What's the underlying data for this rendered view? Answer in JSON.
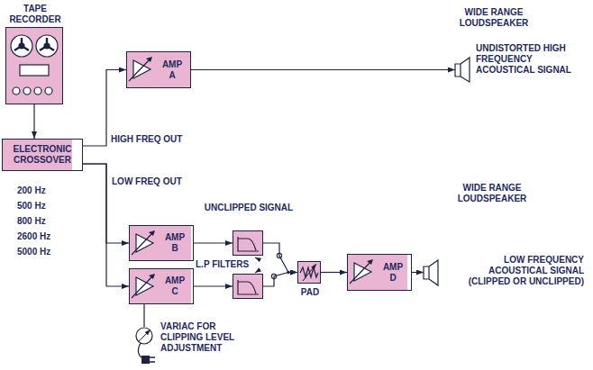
{
  "diagram": {
    "nodes": [
      {
        "text": [
          "TAPE RECORDER"
        ]
      },
      {
        "text": [
          "ELECTRONIC CROSSOVER"
        ]
      },
      {
        "text": [
          "AMP A"
        ]
      },
      {
        "text": [
          "WIDE RANGE LOUDSPEAKER",
          "UNDISTORTED HIGH FREQUENCY ACOUSTICAL SIGNAL"
        ]
      },
      {
        "text": [
          "AMP B"
        ]
      },
      {
        "text": [
          "UNCLIPPED SIGNAL"
        ]
      },
      {
        "text": [
          "AMP C"
        ]
      },
      {
        "text": []
      },
      {
        "text": [
          "PAD"
        ]
      },
      {
        "text": [
          "AMP D"
        ]
      },
      {
        "text": [
          "WIDE RANGE LOUDSPEAKER",
          "LOW FREQUENCY ACOUSTICAL SIGNAL (CLIPPED OR UNCLIPPED)"
        ]
      },
      {
        "text": [
          "VARIAC FOR CLIPPING LEVEL ADJUSTMENT"
        ]
      }
    ],
    "edges": [
      {
        "from": 0,
        "to": 1,
        "arrow": "to"
      },
      {
        "from": 1,
        "to": 2,
        "label": "HIGH FREQ OUT",
        "arrow": "to"
      },
      {
        "from": 2,
        "to": 3,
        "arrow": "to"
      },
      {
        "from": 1,
        "to": 4,
        "label": "LOW FREQ OUT",
        "arrow": "to"
      },
      {
        "from": 1,
        "to": 6,
        "arrow": "to"
      },
      {
        "from": 4,
        "to": 5,
        "arrow": "to"
      },
      {
        "from": 6,
        "to": 7,
        "arrow": "to"
      },
      {
        "from": 5,
        "to": 8,
        "arrow": "to"
      },
      {
        "from": 7,
        "to": 8,
        "arrow": "to"
      },
      {
        "from": 8,
        "to": 9,
        "arrow": "to"
      },
      {
        "from": 9,
        "to": 10,
        "arrow": "to"
      },
      {
        "from": 11,
        "to": 6,
        "arrow": "none"
      }
    ],
    "labels": [
      "200 Hz",
      "500 Hz",
      "800 Hz",
      "2600 Hz",
      "5000 Hz",
      "L.P FILTERS"
    ]
  }
}
